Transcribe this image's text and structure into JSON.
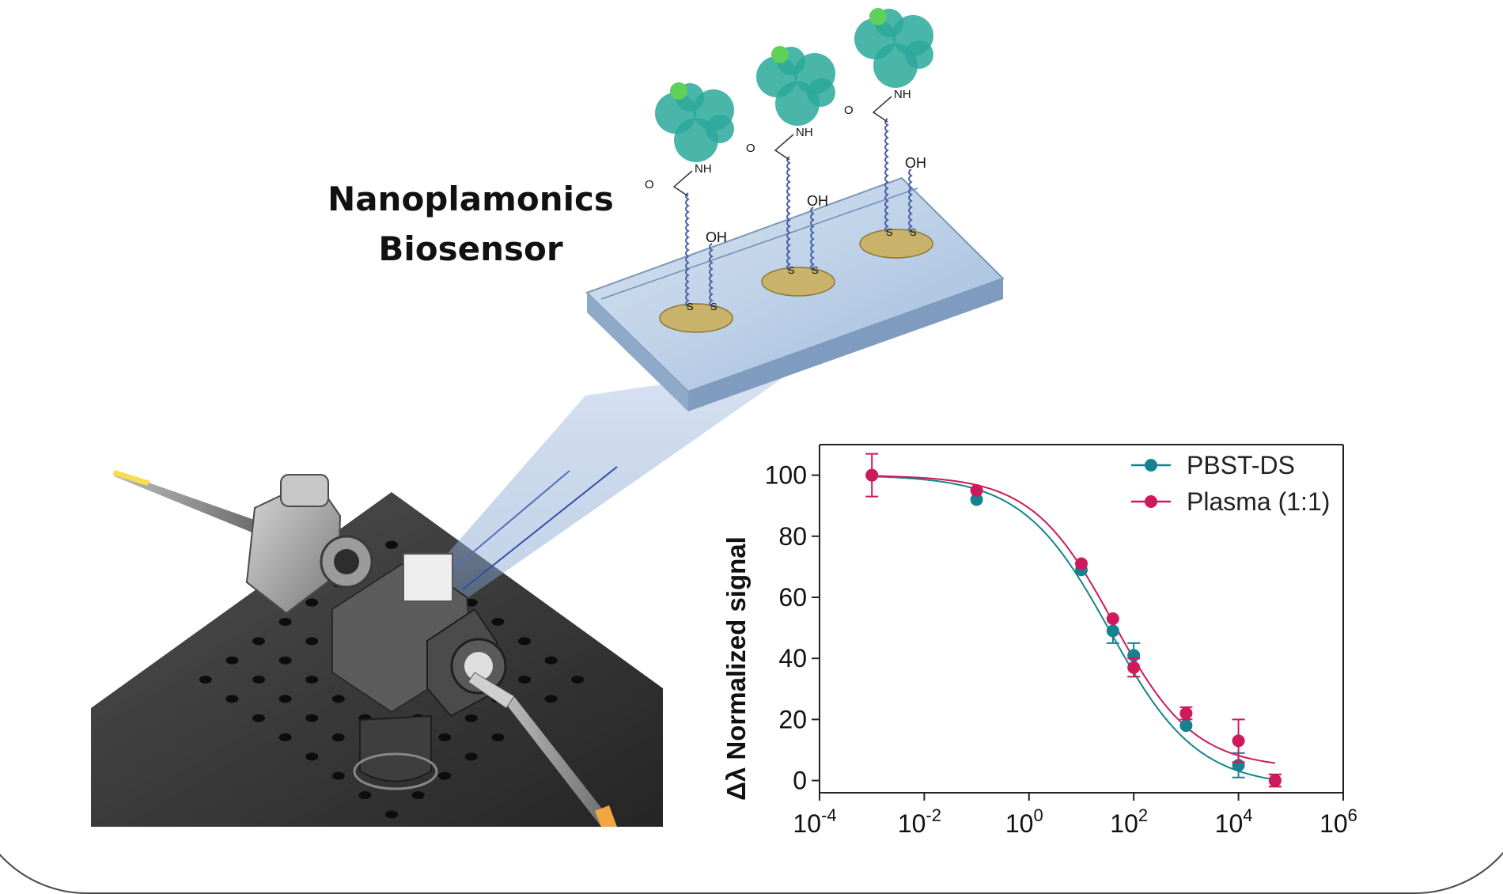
{
  "title": {
    "line1": "Nanoplamonics",
    "line2": "Biosensor"
  },
  "molecule_labels": {
    "carbonyl": "O",
    "amide": "NH",
    "hydroxyl": "OH",
    "sulfur": "S"
  },
  "colors": {
    "pbst": "#14838f",
    "plasma": "#cc1a5c",
    "gold": "#c9b26a",
    "protein": "#2aa89a",
    "chip": "#a9c3df"
  },
  "chart_data": {
    "type": "scatter",
    "x_scale": "log",
    "xlim": [
      0.0001,
      1000000
    ],
    "ylim": [
      -4,
      110
    ],
    "x_ticks": [
      0.0001,
      0.01,
      1,
      100,
      10000,
      1000000
    ],
    "x_tick_labels": [
      {
        "base": "10",
        "exp": "-4"
      },
      {
        "base": "10",
        "exp": "-2"
      },
      {
        "base": "10",
        "exp": "0"
      },
      {
        "base": "10",
        "exp": "2"
      },
      {
        "base": "10",
        "exp": "4"
      },
      {
        "base": "10",
        "exp": "6"
      }
    ],
    "y_ticks": [
      0,
      20,
      40,
      60,
      80,
      100
    ],
    "y_tick_labels": [
      "0",
      "20",
      "40",
      "60",
      "80",
      "100"
    ],
    "xlabel": "",
    "ylabel": "Δλ Normalized signal",
    "legend_position": "top-right",
    "grid": false,
    "series": [
      {
        "name": "PBST-DS",
        "color": "#14838f",
        "x": [
          0.001,
          0.1,
          10,
          40,
          100,
          1000,
          10000,
          50000
        ],
        "y": [
          100,
          92,
          69,
          49,
          41,
          18,
          5,
          0
        ],
        "err": [
          0,
          0,
          0,
          4,
          4,
          0,
          4,
          2
        ],
        "fit": {
          "top": 100,
          "bottom": -2,
          "ic50": 35,
          "hill": 0.52
        }
      },
      {
        "name": "Plasma (1:1)",
        "color": "#cc1a5c",
        "x": [
          0.001,
          0.1,
          10,
          40,
          100,
          1000,
          10000,
          50000
        ],
        "y": [
          100,
          95,
          71,
          53,
          37,
          22,
          13,
          0
        ],
        "err": [
          7,
          0,
          0,
          0,
          3,
          2,
          7,
          2
        ],
        "fit": {
          "top": 100,
          "bottom": 4,
          "ic50": 40,
          "hill": 0.56
        }
      }
    ]
  }
}
